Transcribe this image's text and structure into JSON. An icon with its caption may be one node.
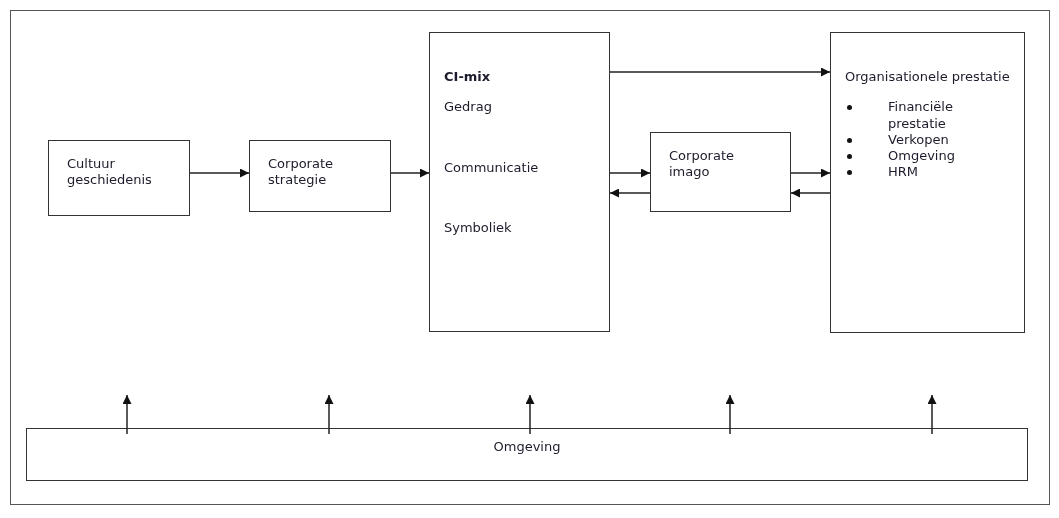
{
  "diagram": {
    "nodes": [
      {
        "text": [
          "Cultuur geschiedenis"
        ]
      },
      {
        "text": [
          "Corporate strategie"
        ]
      },
      {
        "text": [
          "CI-mix",
          "Gedrag",
          "Communicatie",
          "Symboliek"
        ]
      },
      {
        "text": [
          "Corporate imago"
        ]
      },
      {
        "text": [
          "Organisationele prestatie",
          "Financiële prestatie",
          "Verkopen",
          "Omgeving",
          "HRM"
        ]
      },
      {
        "text": [
          "Omgeving"
        ]
      }
    ],
    "edges": [
      {
        "from": 0,
        "to": 1,
        "arrow": "to"
      },
      {
        "from": 1,
        "to": 2,
        "arrow": "to"
      },
      {
        "from": 2,
        "to": 4,
        "arrow": "to"
      },
      {
        "from": 2,
        "to": 3,
        "arrow": "to"
      },
      {
        "from": 3,
        "to": 2,
        "arrow": "to"
      },
      {
        "from": 3,
        "to": 4,
        "arrow": "to"
      },
      {
        "from": 4,
        "to": 3,
        "arrow": "to"
      },
      {
        "from": 5,
        "to": null,
        "arrow": "to"
      },
      {
        "from": 5,
        "to": null,
        "arrow": "to"
      },
      {
        "from": 5,
        "to": null,
        "arrow": "to"
      },
      {
        "from": 5,
        "to": null,
        "arrow": "to"
      },
      {
        "from": 5,
        "to": null,
        "arrow": "to"
      }
    ]
  }
}
